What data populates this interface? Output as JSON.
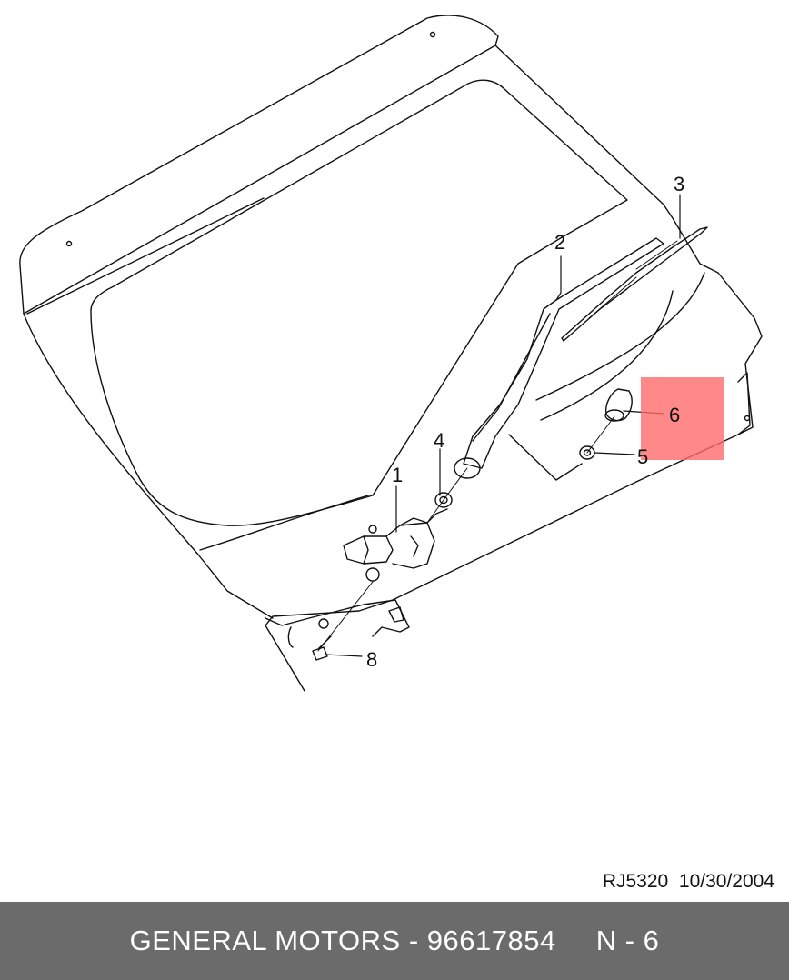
{
  "diagram": {
    "callouts": [
      "1",
      "2",
      "3",
      "4",
      "5",
      "6",
      "8"
    ],
    "highlighted_part": "6",
    "reference": "RJ5320",
    "date": "10/30/2004"
  },
  "footer": {
    "text": "GENERAL MOTORS - 96617854",
    "position": "N - 6"
  },
  "colors": {
    "highlight": "#ff6b6b",
    "footer_bg": "#6b6b6b",
    "line": "#111111"
  }
}
